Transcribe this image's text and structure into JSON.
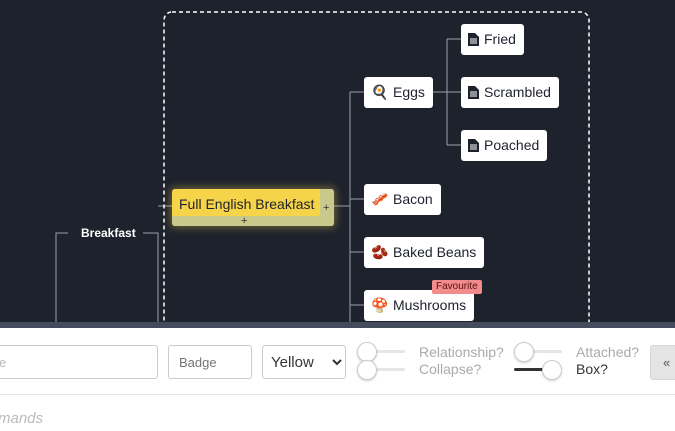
{
  "map": {
    "root_label": "Breakfast",
    "selected_node": "Full English Breakfast",
    "expand_glyph": "+",
    "nodes": [
      {
        "label": "Eggs",
        "icon": "frying-pan-icon",
        "glyph": "🍳"
      },
      {
        "label": "Fried",
        "icon": "document-icon"
      },
      {
        "label": "Scrambled",
        "icon": "document-icon"
      },
      {
        "label": "Poached",
        "icon": "document-icon"
      },
      {
        "label": "Bacon",
        "icon": "bacon-icon",
        "glyph": "🥓"
      },
      {
        "label": "Baked Beans",
        "icon": "beans-icon",
        "glyph": "🫘"
      },
      {
        "label": "Mushrooms",
        "icon": "mushroom-icon",
        "glyph": "🍄"
      }
    ],
    "badge": "Favourite",
    "colors": {
      "canvas": "#1e222d",
      "selected": "#f6d44a",
      "badge": "#f28b8b",
      "lines": "#9aa0aa"
    }
  },
  "toolbar": {
    "text_field_value": "e",
    "badge_placeholder": "Badge",
    "color_selected": "Yellow",
    "relationship_label": "Relationship?",
    "collapse_label": "Collapse?",
    "attached_label": "Attached?",
    "box_label": "Box?",
    "collapse_button_glyph": "«"
  },
  "command_bar": {
    "placeholder": "mands"
  }
}
